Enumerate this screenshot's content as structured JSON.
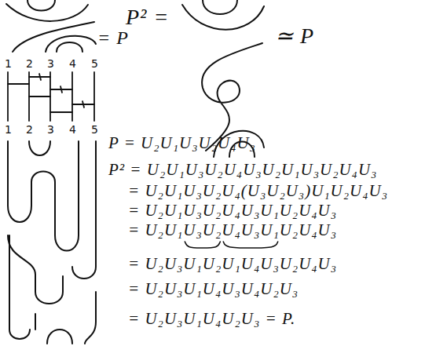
{
  "diagram": {
    "labels": [
      "= P",
      "P² =",
      "≃ P",
      "1",
      "2",
      "3",
      "4",
      "5",
      "1",
      "2",
      "3",
      "4",
      "5",
      "P = U₂U₁U₃U₂U₄U₃",
      "P² = U₂U₁U₃U₂U₄U₃U₂U₁U₃U₂U₄U₃",
      "= U₂U₁U₃U₂U₄(U₃U₂U₃)U₁U₂U₄U₃",
      "= U₂U₁U₃U₂U₄U₃U₁U₂U₄U₃",
      "= U₂U₁U₃U₂U₄U₃U₁U₂U₄U₃",
      "= U₂U₃U₁U₂U₁U₄U₃U₂U₄U₃",
      "= U₂U₃U₁U₄U₃U₄U₂U₃",
      "= U₂U₃U₁U₄U₂U₃ = P."
    ]
  }
}
